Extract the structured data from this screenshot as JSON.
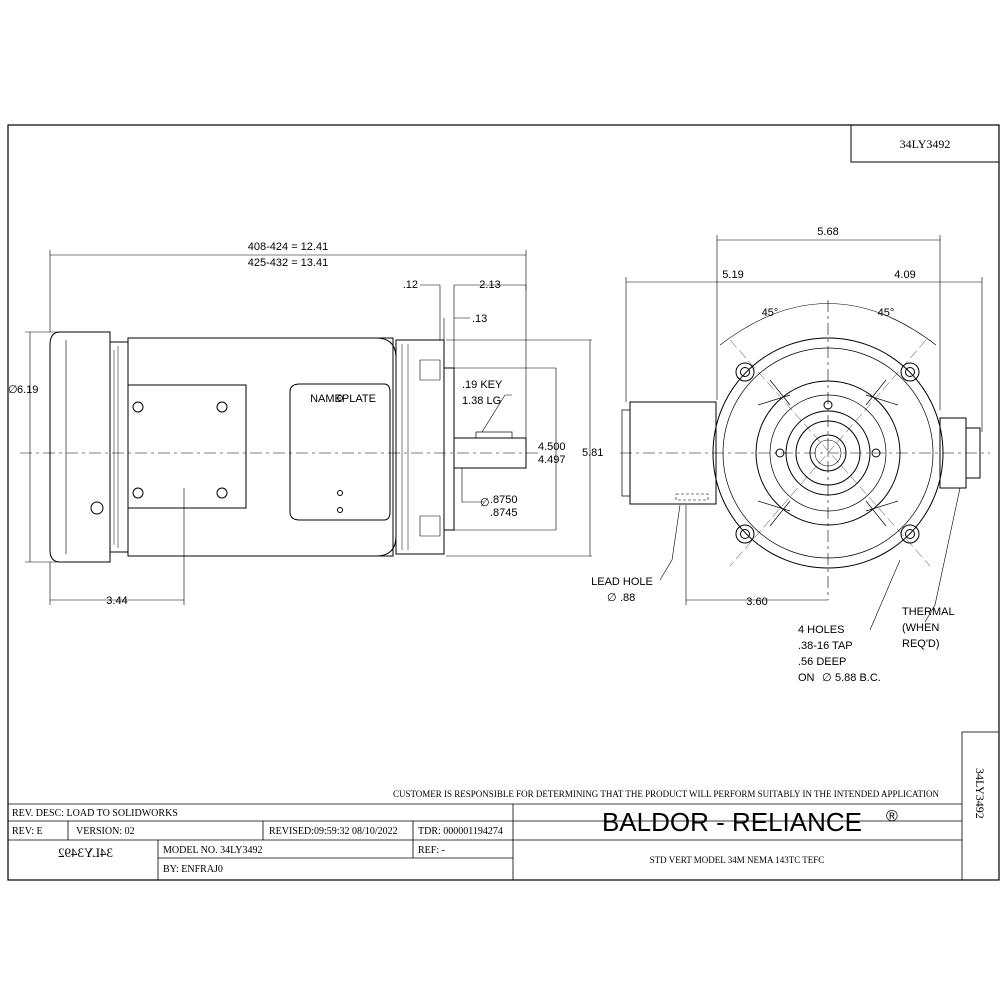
{
  "drawing_number": "34LY3492",
  "side_view": {
    "length_a": "408-424 = 12.41",
    "length_b": "425-432 = 13.41",
    "dim_012": ".12",
    "dim_213": "2.13",
    "dim_013": ".13",
    "dia_619": "6.19",
    "key_1": ".19 KEY",
    "key_2": "1.38 LG",
    "nameplate": "NAMEPLATE",
    "pilot_a": "4.500",
    "pilot_b": "4.497",
    "height": "5.81",
    "shaft_a": ".8750",
    "shaft_b": ".8745",
    "dim_344": "3.44"
  },
  "end_view": {
    "width": "5.68",
    "left": "5.19",
    "right": "4.09",
    "angle_left": "45°",
    "angle_right": "45°",
    "lead_hole_1": "LEAD HOLE",
    "lead_hole_2": ".88",
    "dim_360": "3.60",
    "holes_1": "4 HOLES",
    "holes_2": ".38-16 TAP",
    "holes_3": ".56 DEEP",
    "holes_4": "ON",
    "holes_5": "5.88 B.C.",
    "thermal_1": "THERMAL",
    "thermal_2": "(WHEN",
    "thermal_3": "REQ'D)"
  },
  "notice": "CUSTOMER IS RESPONSIBLE FOR DETERMINING THAT THE PRODUCT WILL PERFORM SUITABLY IN THE INTENDED APPLICATION",
  "title_block": {
    "rev_desc": "REV. DESC: LOAD TO SOLIDWORKS",
    "rev": "REV:  E",
    "version": "VERSION: 02",
    "revised": "REVISED:09:59:32 08/10/2022",
    "tdr": "TDR: 000001194274",
    "model": "MODEL NO.  34LY3492",
    "ref": "REF:  -",
    "by": "BY:    ENFRAJ0",
    "brand": "BALDOR - RELIANCE",
    "brand_mark": "®",
    "description": "STD VERT MODEL 34M NEMA 143TC TEFC"
  }
}
